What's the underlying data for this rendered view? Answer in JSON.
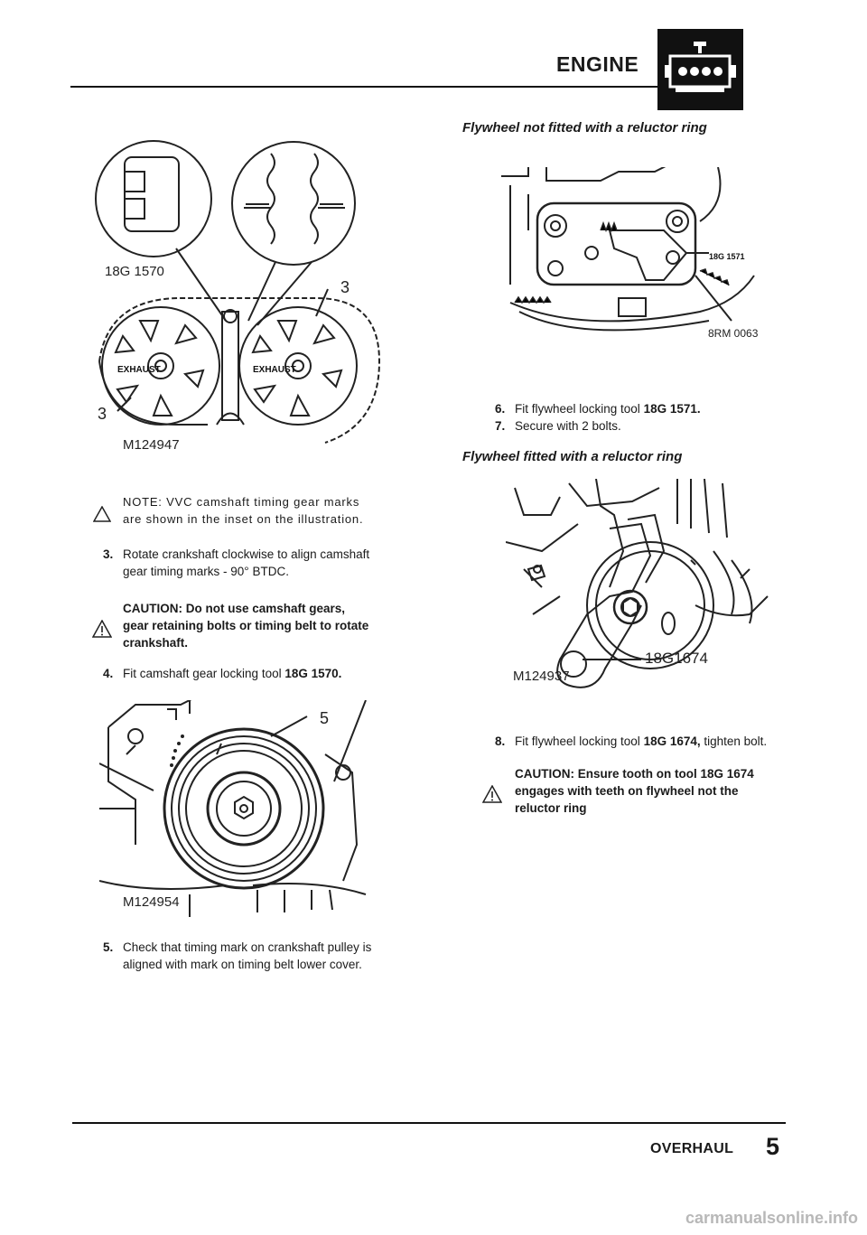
{
  "header": {
    "section_title": "ENGINE"
  },
  "footer": {
    "section": "OVERHAUL",
    "page_number": "5",
    "watermark": "carmanualsonline.info"
  },
  "left": {
    "fig1": {
      "tool_label": "18G 1570",
      "callout": "3",
      "callout2": "3",
      "ref": "M124947"
    },
    "note": {
      "line1": "NOTE: VVC camshaft timing gear marks",
      "line2": "are shown in the inset on the illustration."
    },
    "step3": {
      "num": "3.",
      "line1": "Rotate crankshaft clockwise to align camshaft",
      "line2": "gear timing marks - 90° BTDC."
    },
    "caution1": {
      "line1": "CAUTION: Do not use camshaft gears,",
      "line2": "gear retaining bolts or timing belt to rotate",
      "line3": "crankshaft."
    },
    "step4": {
      "num": "4.",
      "text": "Fit camshaft gear locking tool ",
      "tool": "18G 1570."
    },
    "fig2": {
      "callout": "5",
      "ref": "M124954"
    },
    "step5": {
      "num": "5.",
      "line1": "Check that timing mark on crankshaft pulley is",
      "line2": "aligned with mark on timing belt lower cover."
    }
  },
  "right": {
    "sub1": "Flywheel not fitted with a reluctor ring",
    "fig3": {
      "tool_label": "18G 1571",
      "ref": "8RM 0063"
    },
    "step6": {
      "num": "6.",
      "text": "Fit flywheel locking tool ",
      "tool": "18G 1571."
    },
    "step7": {
      "num": "7.",
      "text": "Secure with 2 bolts."
    },
    "sub2": "Flywheel fitted with a reluctor ring",
    "fig4": {
      "tool_label": "18G1674",
      "ref": "M124937"
    },
    "step8": {
      "num": "8.",
      "text": "Fit flywheel locking tool ",
      "tool": "18G 1674,",
      "text2": " tighten bolt."
    },
    "caution2": {
      "line1": "CAUTION: Ensure tooth on tool 18G 1674",
      "line2": "engages with teeth on flywheel not the",
      "line3": "reluctor ring"
    }
  }
}
